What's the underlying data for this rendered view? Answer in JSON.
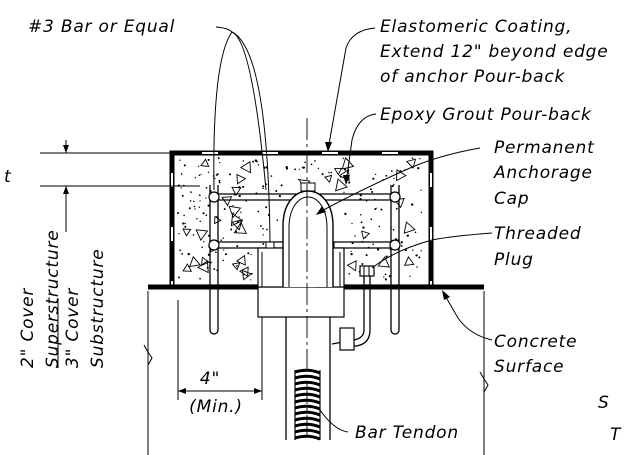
{
  "labels": {
    "bar": "#3 Bar or Equal",
    "coating_1": "Elastomeric Coating,",
    "coating_2": "Extend 12\" beyond edge",
    "coating_3": "of anchor Pour-back",
    "grout": "Epoxy Grout Pour-back",
    "cap_1": "Permanent",
    "cap_2": "Anchorage",
    "cap_3": "Cap",
    "plug_1": "Threaded",
    "plug_2": "Plug",
    "surface_1": "Concrete",
    "surface_2": "Surface",
    "tendon": "Bar Tendon",
    "dim_4_in": "4\"",
    "dim_min": "(Min.)",
    "cover_super": "2\" Cover",
    "super": "Superstructure",
    "cover_sub": "3\" Cover",
    "sub": "Substructure",
    "t_dim": "t",
    "cut_s": "S",
    "cut_t": "T"
  }
}
